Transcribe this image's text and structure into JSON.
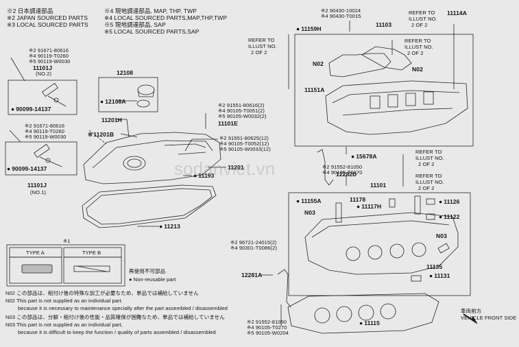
{
  "legend": {
    "l1": "※2 日本調達部品",
    "l2": "※2 JAPAN SOURCED PARTS",
    "l3": "※3 LOCAL SOURCED PARTS",
    "l4": "※4 現地調達部品, MAP, THP, TWP",
    "l5": "※4 LOCAL SOURCED PARTS,MAP,THP,TWP",
    "l6": "※5 現地調達部品, SAP",
    "l7": "※5 LOCAL SOURCED PARTS,SAP"
  },
  "parts": {
    "p1": "※2 91671-80616",
    "p2": "※4 90119-T0260",
    "p3": "※5 90119-W0030",
    "p4": "11101J",
    "p5": "(NO.2)",
    "p6": "90099-14137",
    "p7": "12108",
    "p8": "12108A",
    "p9": "11201H",
    "p10": "11201B",
    "p11": "※2 91551-80616(2)",
    "p12": "※4 90105-T0051(2)",
    "p13": "※5 90105-W0032(2)",
    "p14": "11101E",
    "p15": "※2 91551-80625(12)",
    "p16": "※4 90105-T0052(12)",
    "p17": "※5 90105-W0033(12)",
    "p18": "11201",
    "p19": "11193",
    "p20": "11213",
    "p21": "※2 91671-80616",
    "p22": "※4 90119-T0260",
    "p23": "※5 90119-W0030",
    "p24": "90099-14137",
    "p25": "11101J",
    "p26": "(NO.1)",
    "p27": "※1",
    "p28": "※2 90430-10024",
    "p29": "※4 90430-T0015",
    "p30": "11159H",
    "p31": "11103",
    "p32": "REFER TO",
    "p33": "ILLUST NO.",
    "p34": "2 OF 2",
    "p35": "11114A",
    "p36": "REFER TO",
    "p37": "ILLUST NO.",
    "p38": "2 OF 2",
    "p39": "REFER TO",
    "p40": "ILLUST NO.",
    "p41": "2 OF 2",
    "p42": "N02",
    "p43": "N02",
    "p44": "11151A",
    "p45": "15678A",
    "p46": "※2 91552-81050",
    "p47": "※4 90105-T0270",
    "p48": "12282D",
    "p49": "REFER TO",
    "p50": "ILLUST NO.",
    "p51": "2 OF 2",
    "p52": "REFER TO",
    "p53": "ILLUST NO.",
    "p54": "2 OF 2",
    "p55": "11101",
    "p56": "11155A",
    "p57": "11178",
    "p58": "11117H",
    "p59": "N03",
    "p60": "11126",
    "p61": "11122",
    "p62": "N03",
    "p63": "※2 96721-24015(2)",
    "p64": "※4 90301-T0086(2)",
    "p65": "12281A",
    "p66": "11135",
    "p67": "11131",
    "p68": "11115",
    "p69": "※2 91552-81050",
    "p70": "※4 90105-T0270",
    "p71": "※5 90105-W0204",
    "p72": "車両前方",
    "p73": "VEHICLE FRONT SIDE"
  },
  "type_box": {
    "star": "※1",
    "type_a": "TYPE A",
    "type_b": "TYPE B",
    "reuse_jp": "再使用不可部品",
    "reuse_en": "Non-reusable part"
  },
  "notes": {
    "n1": "N02 この部品は、組付け後の特殊な加工が必要なため、単品では補給していません",
    "n2": "N02 This part is not supplied as an individual part.",
    "n3": "because it is necessary to maintenance specially after the part assembled / disassembled",
    "n4": "N03 この部品は、分解・組付け後の性能・品質確保が困難なため、単品では補給していません",
    "n5": "N03 This part is not supplied as an individual part,",
    "n6": "because it is difficult to keep the function / quality of parts assembled / disassembled"
  },
  "watermark": "sodanviet.vn"
}
